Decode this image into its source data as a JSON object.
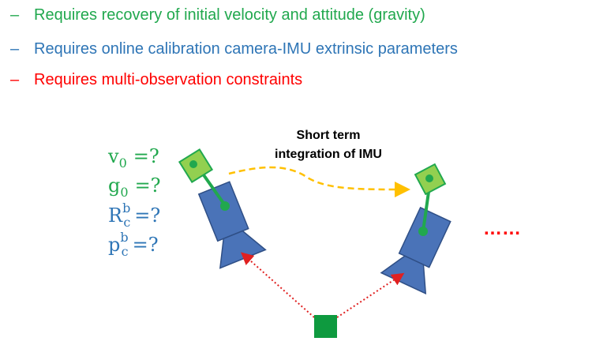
{
  "colors": {
    "green": "#21a84e",
    "blue": "#2e75b6",
    "red": "#ff0000",
    "camera_fill": "#4a73b8",
    "camera_stroke": "#2f4f86",
    "imu_fill": "#92d050",
    "imu_stroke": "#21a84e",
    "arrow_yellow": "#ffc000",
    "arrow_red": "#e02020",
    "landmark": "#0e9a3f"
  },
  "bullets": [
    {
      "dash": "–",
      "text": "Requires recovery of initial velocity and attitude (gravity)",
      "color": "#21a84e"
    },
    {
      "dash": "–",
      "text": "Requires online calibration camera-IMU extrinsic parameters",
      "color": "#2e75b6"
    },
    {
      "dash": "–",
      "text": "Requires multi-observation constraints",
      "color": "#ff0000"
    }
  ],
  "diagram": {
    "integration_label_line1": "Short term",
    "integration_label_line2": "integration of IMU",
    "unknowns": [
      {
        "base": "v",
        "sub": "0",
        "sup": "",
        "rest": "=?",
        "color": "#21a84e"
      },
      {
        "base": "g",
        "sub": "0",
        "sup": "",
        "rest": "=?",
        "color": "#21a84e"
      },
      {
        "base": "R",
        "sub": "c",
        "sup": "b",
        "rest": "=?",
        "color": "#2e75b6"
      },
      {
        "base": "p",
        "sub": "c",
        "sup": "b",
        "rest": "=?",
        "color": "#2e75b6"
      }
    ],
    "ellipsis": "……"
  }
}
